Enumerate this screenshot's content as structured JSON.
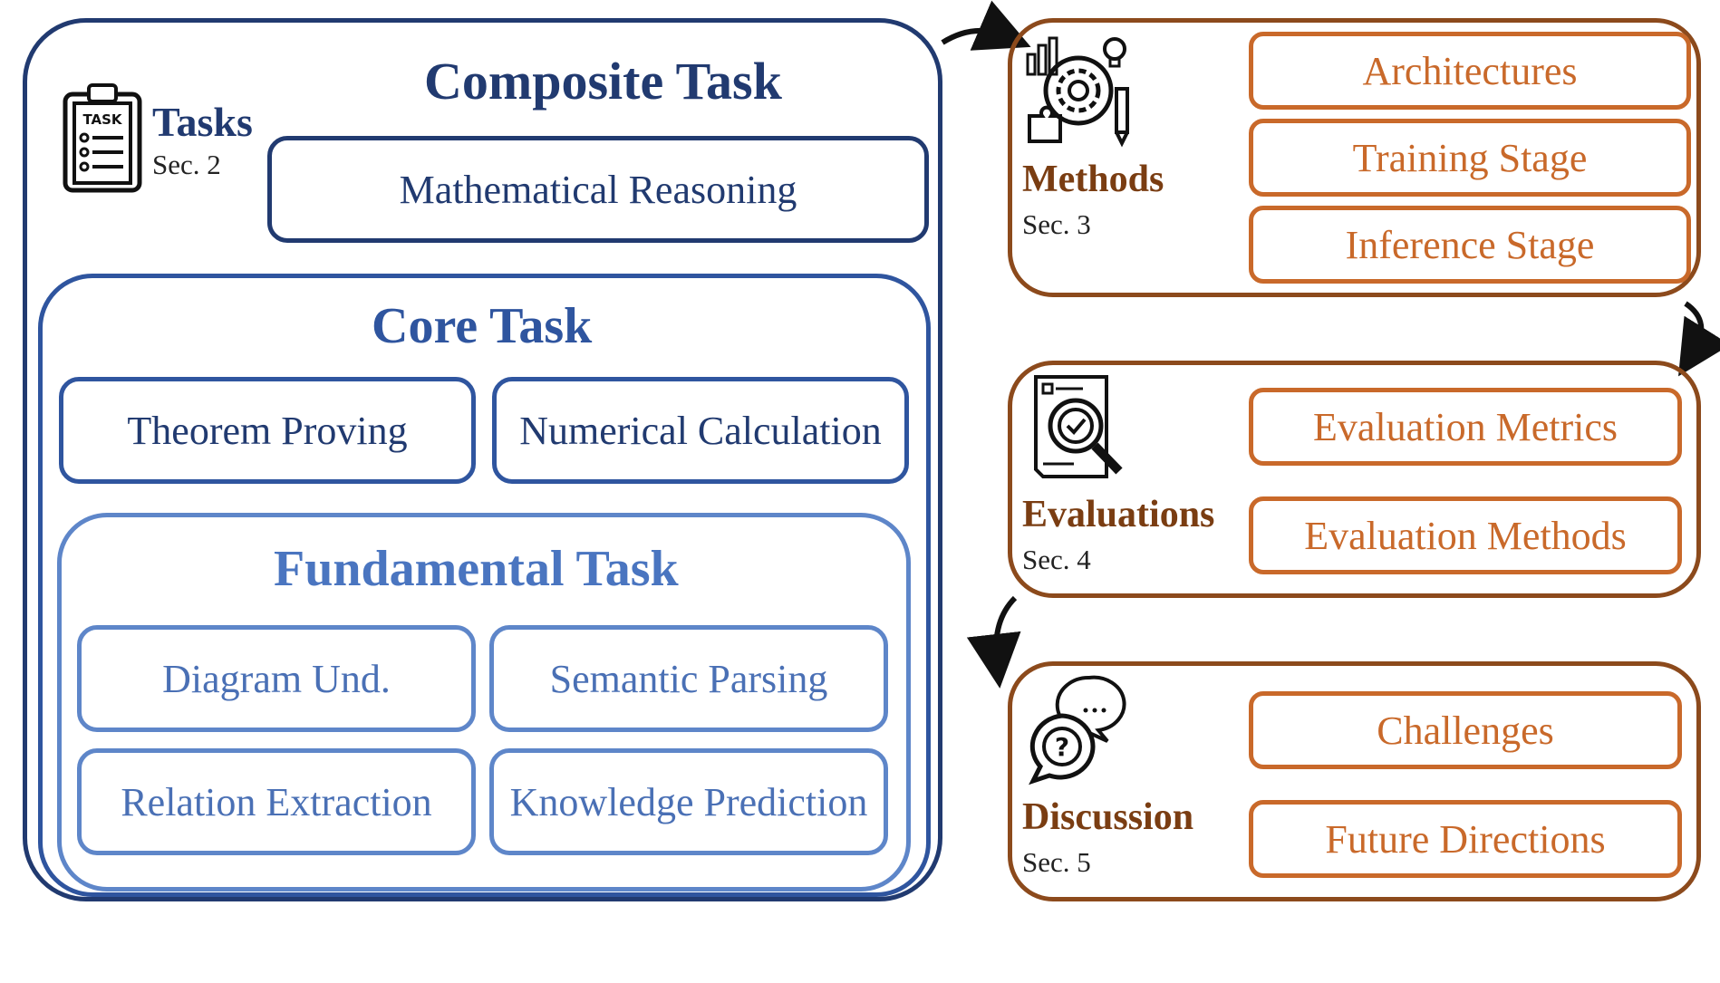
{
  "colors": {
    "navy": "#213a70",
    "mid_blue": "#2f559f",
    "light_blue": "#5e86c9",
    "brown": "#8c4a1c",
    "orange": "#c9692a"
  },
  "tasks": {
    "heading": "Tasks",
    "section": "Sec. 2",
    "icon": "task-clipboard-icon",
    "composite": {
      "title": "Composite Task",
      "items": [
        "Mathematical Reasoning"
      ]
    },
    "core": {
      "title": "Core Task",
      "items": [
        "Theorem Proving",
        "Numerical Calculation"
      ]
    },
    "fundamental": {
      "title": "Fundamental Task",
      "items": [
        "Diagram Und.",
        "Semantic Parsing",
        "Relation Extraction",
        "Knowledge Prediction"
      ]
    }
  },
  "methods": {
    "heading": "Methods",
    "section": "Sec. 3",
    "icon": "gear-chart-icon",
    "items": [
      "Architectures",
      "Training Stage",
      "Inference Stage"
    ]
  },
  "evaluations": {
    "heading": "Evaluations",
    "section": "Sec. 4",
    "icon": "magnifier-document-icon",
    "items": [
      "Evaluation Metrics",
      "Evaluation Methods"
    ]
  },
  "discussion": {
    "heading": "Discussion",
    "section": "Sec. 5",
    "icon": "speech-bubbles-icon",
    "items": [
      "Challenges",
      "Future Directions"
    ]
  }
}
